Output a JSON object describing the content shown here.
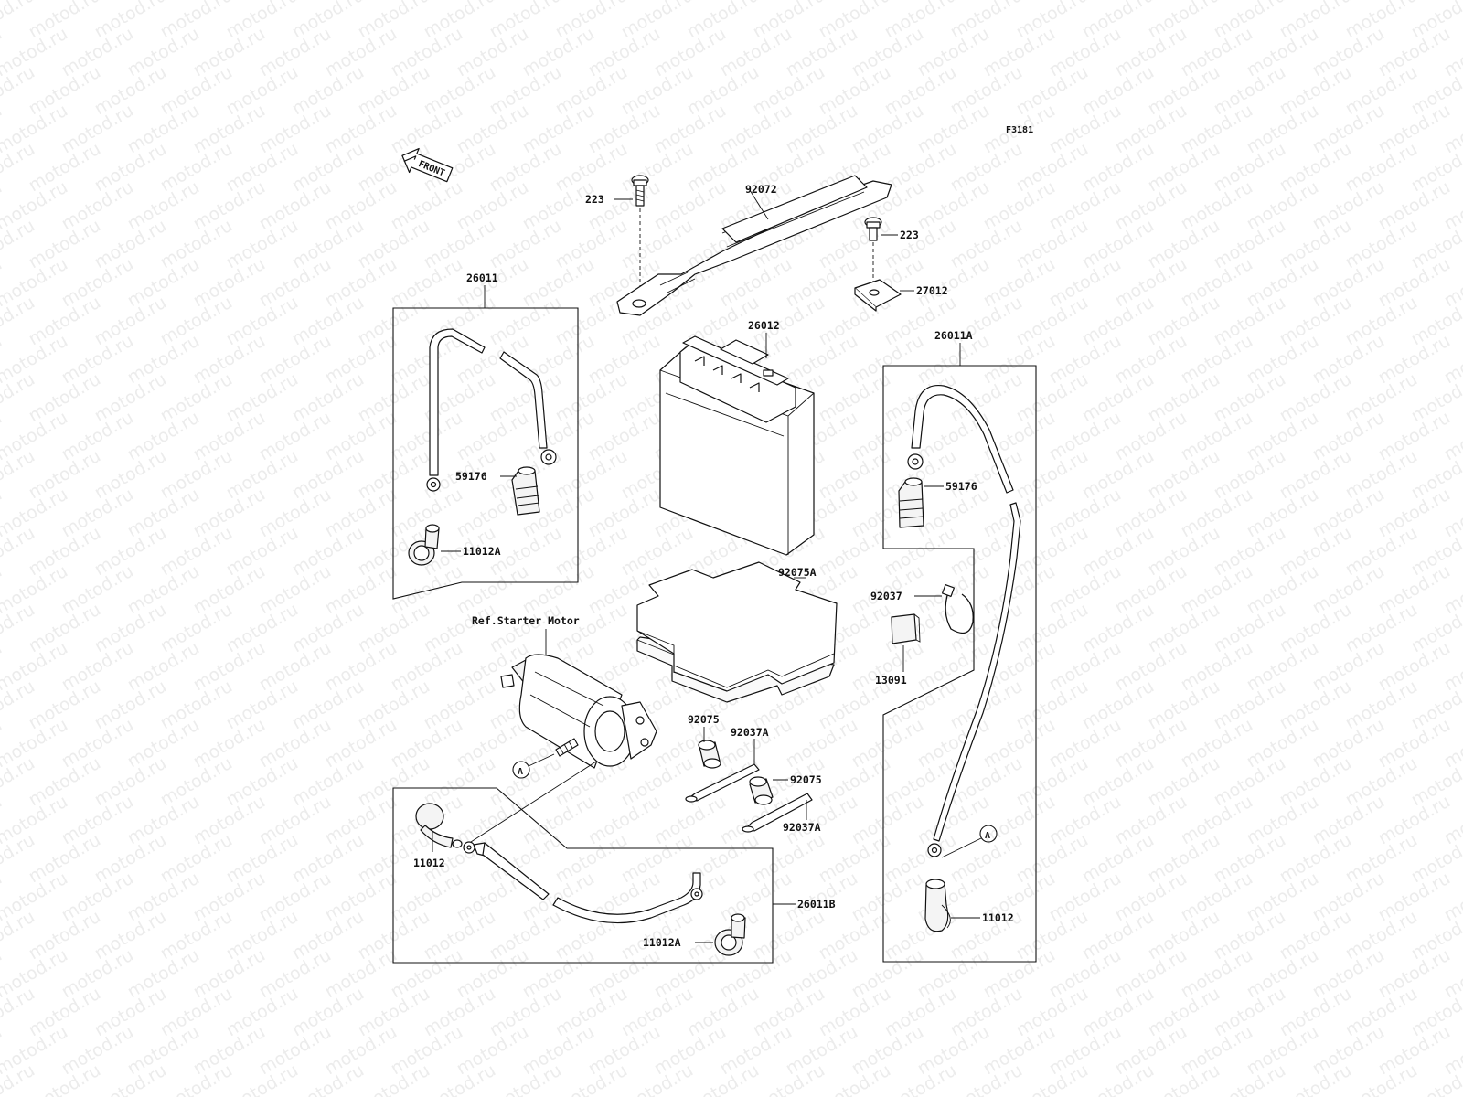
{
  "watermark": "motod.ru",
  "figure_code": "F3181",
  "front_arrow": "FRONT",
  "reference_note": "Ref.Starter Motor",
  "ref_marker": "A",
  "callouts": {
    "screw_left": "223",
    "strap": "92072",
    "screw_right": "223",
    "bracket": "27012",
    "cable_main_box": "26011",
    "cap_left": "59176",
    "terminal_cover_left": "11012A",
    "battery": "26012",
    "cable_right_box": "26011A",
    "cap_right": "59176",
    "band": "92037",
    "grommet": "13091",
    "pad": "92075A",
    "damper_upper": "92075",
    "band_upper": "92037A",
    "damper_lower": "92075",
    "band_lower": "92037A",
    "terminal_cover_starter": "11012",
    "cable_bottom_box": "26011B",
    "terminal_cover_bottom": "11012A",
    "terminal_cover_right": "11012"
  }
}
